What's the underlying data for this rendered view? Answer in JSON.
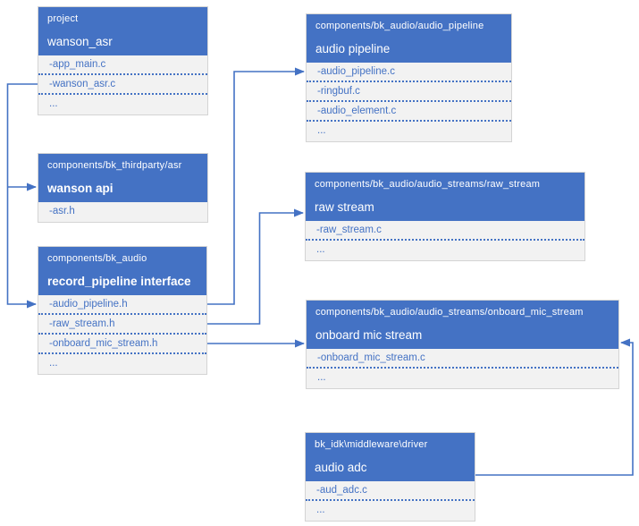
{
  "diagram": {
    "boxes": [
      {
        "path": "project",
        "title": "wanson_asr",
        "items": [
          "-app_main.c",
          "-wanson_asr.c",
          "..."
        ]
      },
      {
        "path": "components/bk_audio/audio_pipeline",
        "title": "audio pipeline",
        "items": [
          "-audio_pipeline.c",
          "-ringbuf.c",
          "-audio_element.c",
          "..."
        ]
      },
      {
        "path": "components/bk_thirdparty/asr",
        "title": "wanson api",
        "items": [
          "-asr.h"
        ]
      },
      {
        "path": "components/bk_audio/audio_streams/raw_stream",
        "title": "raw stream",
        "items": [
          "-raw_stream.c",
          "..."
        ]
      },
      {
        "path": "components/bk_audio",
        "title": "record_pipeline interface",
        "items": [
          "-audio_pipeline.h",
          "-raw_stream.h",
          "-onboard_mic_stream.h",
          "..."
        ]
      },
      {
        "path": "components/bk_audio/audio_streams/onboard_mic_stream",
        "title": "onboard mic stream",
        "items": [
          "-onboard_mic_stream.c",
          "..."
        ]
      },
      {
        "path": "bk_idk\\middleware\\driver",
        "title": "audio adc",
        "items": [
          "-aud_adc.c",
          "..."
        ]
      }
    ],
    "connections": [
      {
        "from": "wanson_asr / -wanson_asr.c",
        "to": "wanson api"
      },
      {
        "from": "wanson_asr / -wanson_asr.c",
        "to": "record_pipeline interface / -audio_pipeline.h"
      },
      {
        "from": "record_pipeline interface / -audio_pipeline.h",
        "to": "audio pipeline / -audio_pipeline.c"
      },
      {
        "from": "record_pipeline interface / -raw_stream.h",
        "to": "raw stream"
      },
      {
        "from": "record_pipeline interface / -onboard_mic_stream.h",
        "to": "onboard mic stream"
      },
      {
        "from": "audio adc",
        "to": "onboard mic stream"
      }
    ],
    "colors": {
      "header_fill": "#4472C4",
      "header_text": "#FFFFFF",
      "body_fill": "#F2F2F2",
      "item_text": "#4472C4",
      "separator": "#4472C4",
      "connector": "#4472C4",
      "box_border": "#D4D4D4"
    }
  }
}
